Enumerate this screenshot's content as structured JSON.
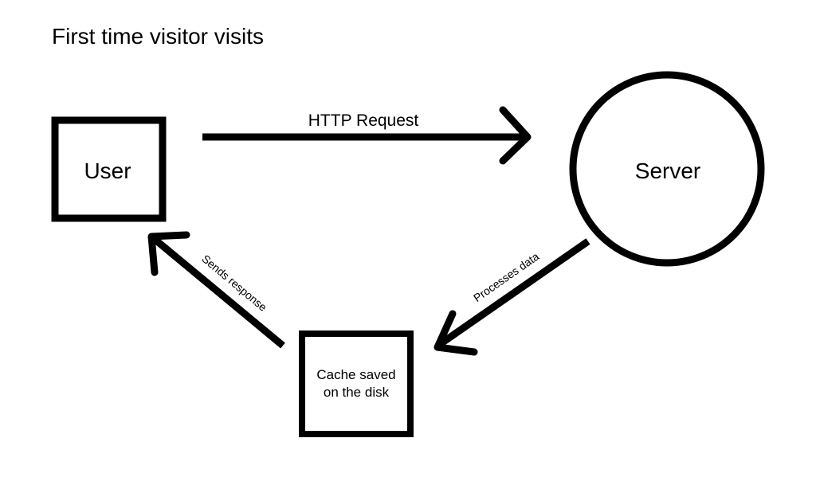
{
  "title": "First time visitor visits",
  "nodes": {
    "user": "User",
    "server": "Server",
    "cache_line1": "Cache saved",
    "cache_line2": "on the disk"
  },
  "edges": {
    "http_request": "HTTP Request",
    "processes_data": "Processes data",
    "sends_response": "Sends response"
  },
  "colors": {
    "stroke": "#000000",
    "background": "#ffffff"
  }
}
